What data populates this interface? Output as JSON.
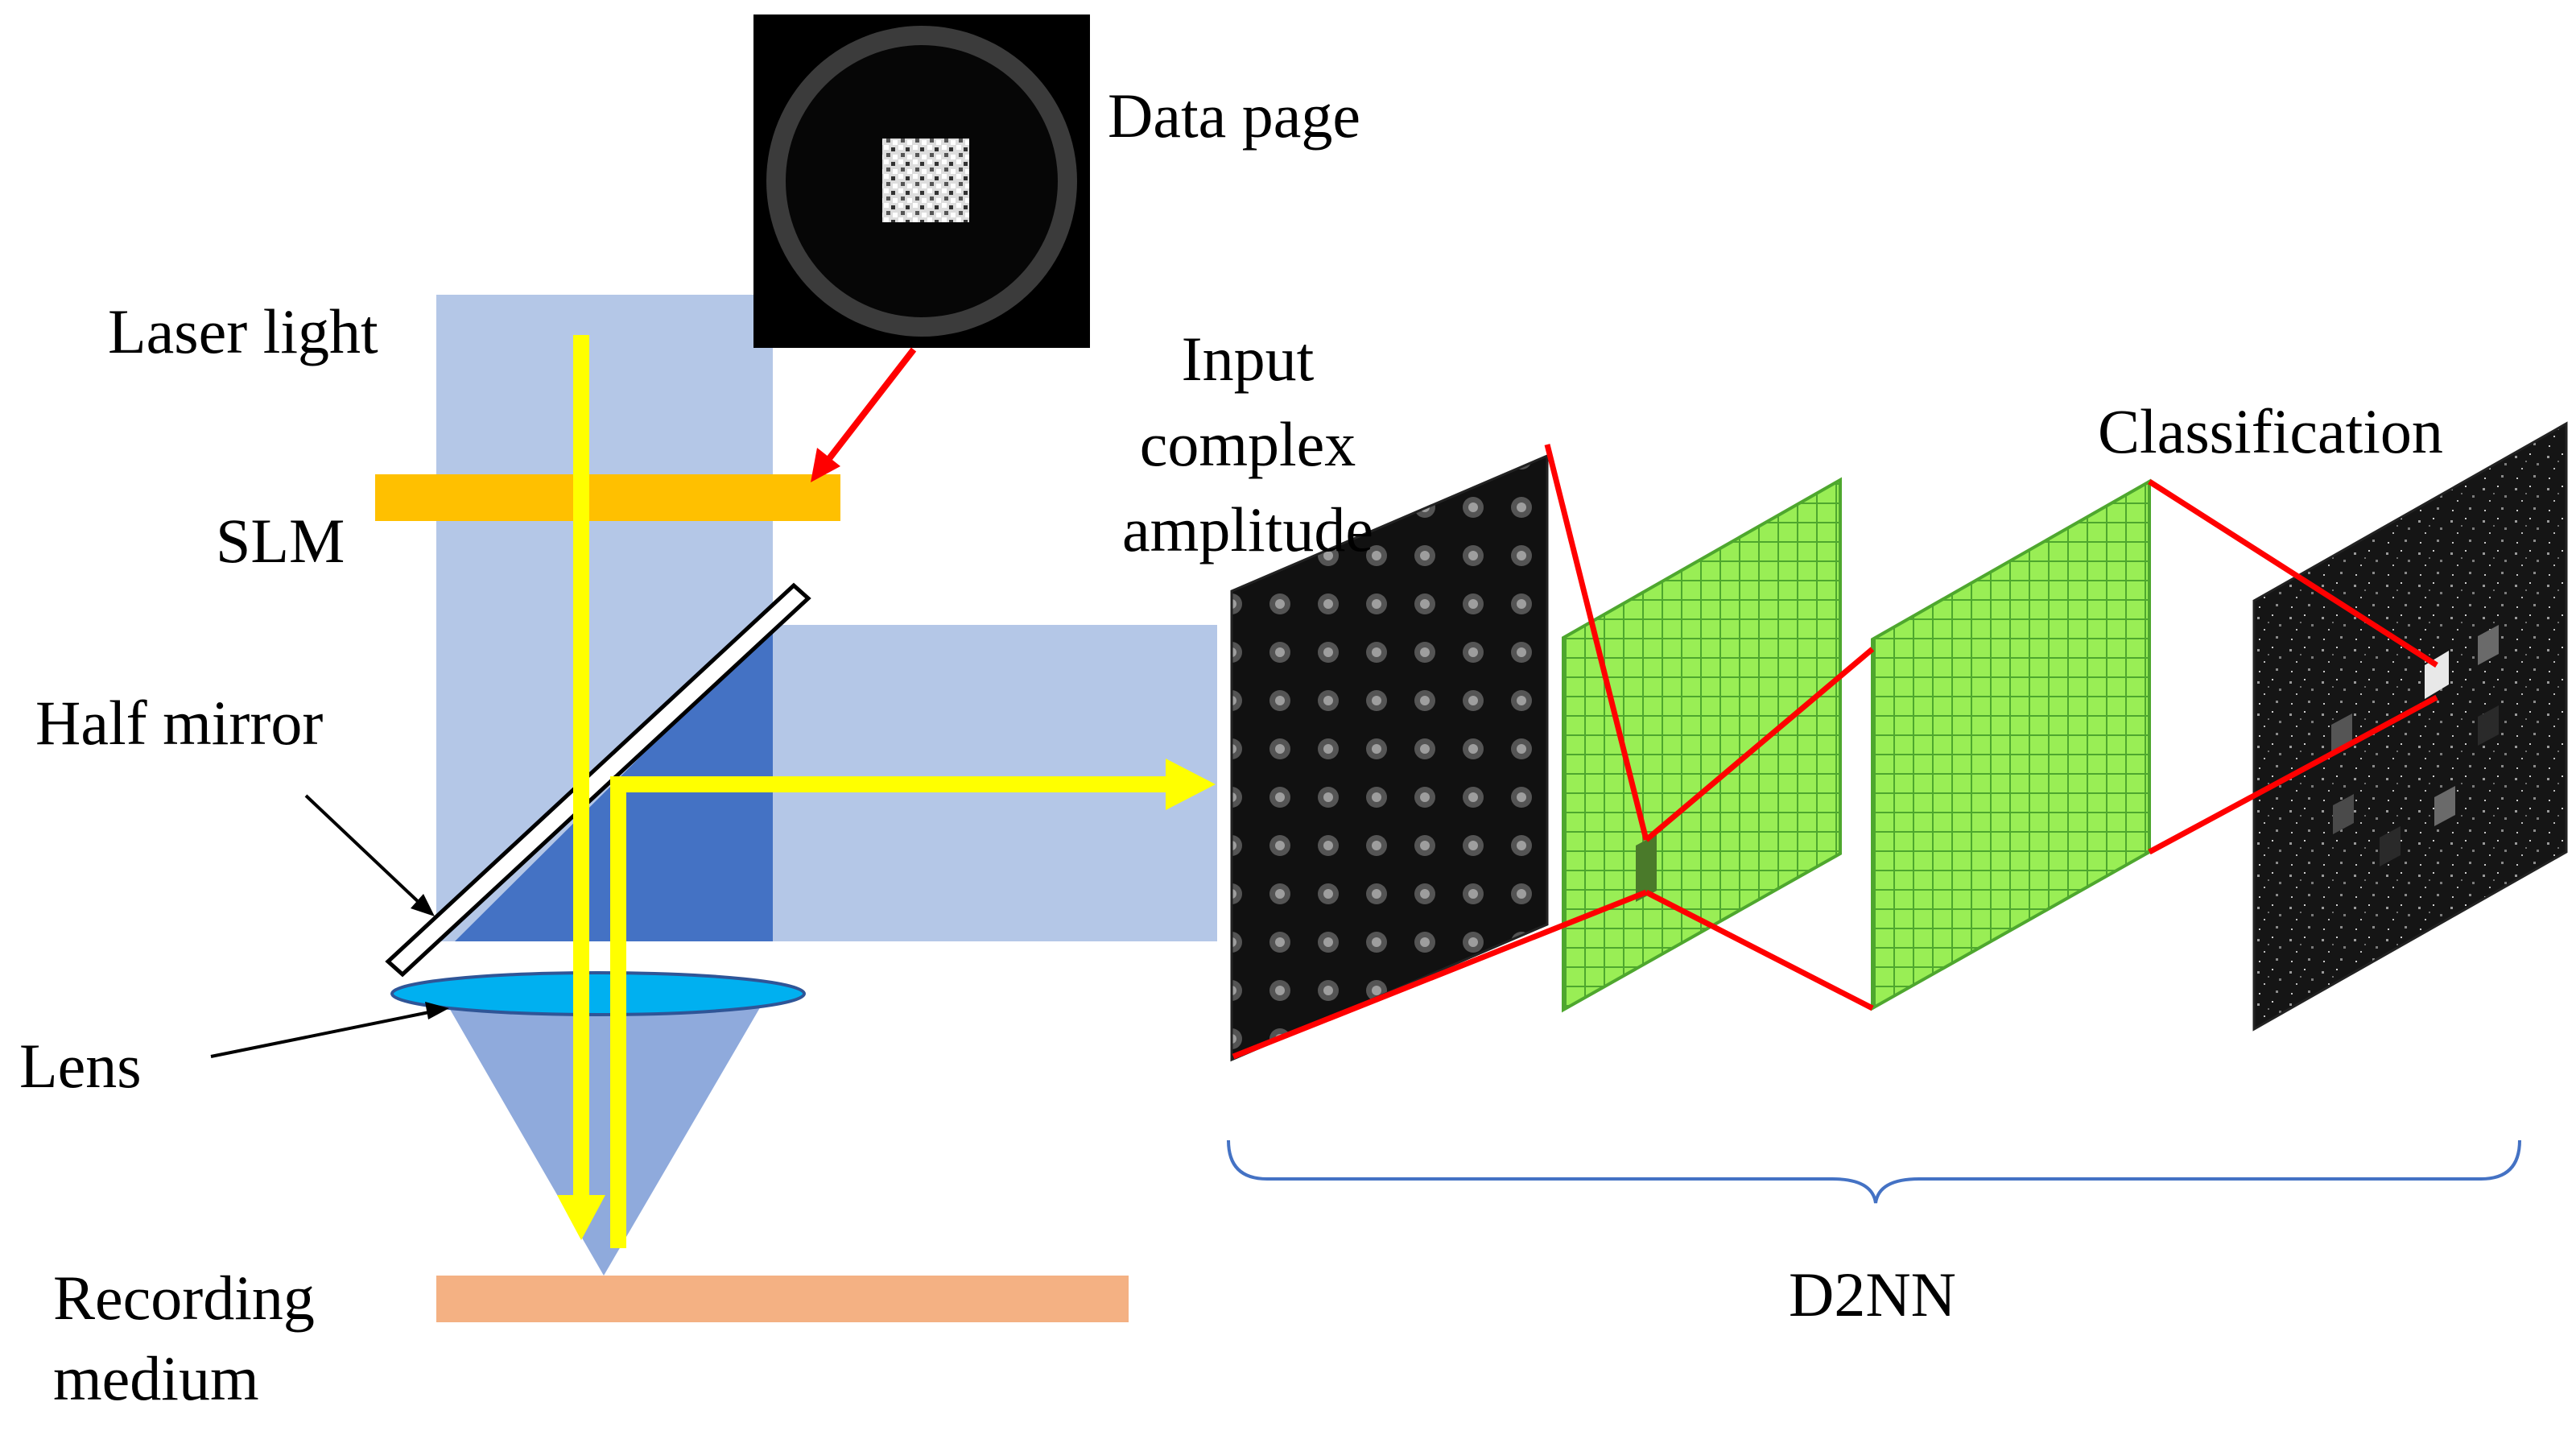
{
  "labels": {
    "data_page": "Data page",
    "laser_light": "Laser light",
    "slm": "SLM",
    "half_mirror": "Half mirror",
    "lens": "Lens",
    "recording_medium_line1": "Recording",
    "recording_medium_line2": "medium",
    "input_line1": "Input",
    "input_line2": "complex",
    "input_line3": "amplitude",
    "classification": "Classification",
    "d2nn": "D2NN"
  },
  "colors": {
    "beam": "#b4c7e7",
    "beam_dark": "#4472c4",
    "cone": "#8faadc",
    "slm": "#ffc000",
    "lens": "#00b0f0",
    "recording_medium": "#f4b183",
    "ray": "#ffff00",
    "connector": "#ff0000",
    "layer_fill": "#99ee55",
    "layer_grid": "#4ea72e",
    "brace": "#4472c4"
  }
}
